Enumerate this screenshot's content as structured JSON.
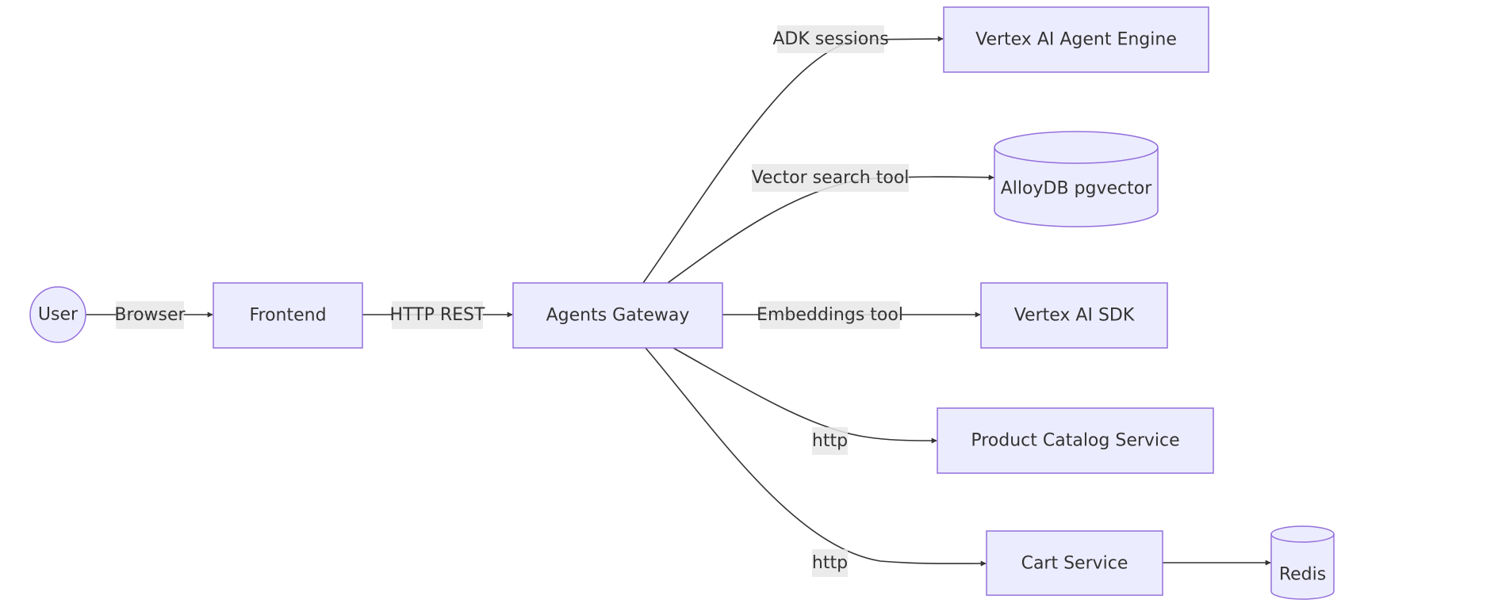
{
  "diagram": {
    "type": "flowchart",
    "direction": "left-to-right",
    "colors": {
      "node_fill": "#ECECFF",
      "node_stroke": "#9370DB",
      "edge": "#333333",
      "label_bg": "#e8e8e8",
      "text": "#333333"
    },
    "nodes": [
      {
        "id": "user",
        "label": "User",
        "shape": "circle"
      },
      {
        "id": "frontend",
        "label": "Frontend",
        "shape": "rect"
      },
      {
        "id": "gateway",
        "label": "Agents Gateway",
        "shape": "rect"
      },
      {
        "id": "agent_engine",
        "label": "Vertex AI Agent Engine",
        "shape": "rect"
      },
      {
        "id": "alloydb",
        "label": "AlloyDB pgvector",
        "shape": "cylinder"
      },
      {
        "id": "vertex_sdk",
        "label": "Vertex AI SDK",
        "shape": "rect"
      },
      {
        "id": "catalog",
        "label": "Product Catalog Service",
        "shape": "rect"
      },
      {
        "id": "cart",
        "label": "Cart Service",
        "shape": "rect"
      },
      {
        "id": "redis",
        "label": "Redis",
        "shape": "cylinder"
      }
    ],
    "edges": [
      {
        "from": "user",
        "to": "frontend",
        "label": "Browser"
      },
      {
        "from": "frontend",
        "to": "gateway",
        "label": "HTTP REST"
      },
      {
        "from": "gateway",
        "to": "agent_engine",
        "label": "ADK sessions"
      },
      {
        "from": "gateway",
        "to": "alloydb",
        "label": "Vector search tool"
      },
      {
        "from": "gateway",
        "to": "vertex_sdk",
        "label": "Embeddings tool"
      },
      {
        "from": "gateway",
        "to": "catalog",
        "label": "http"
      },
      {
        "from": "gateway",
        "to": "cart",
        "label": "http"
      },
      {
        "from": "cart",
        "to": "redis",
        "label": ""
      }
    ]
  }
}
